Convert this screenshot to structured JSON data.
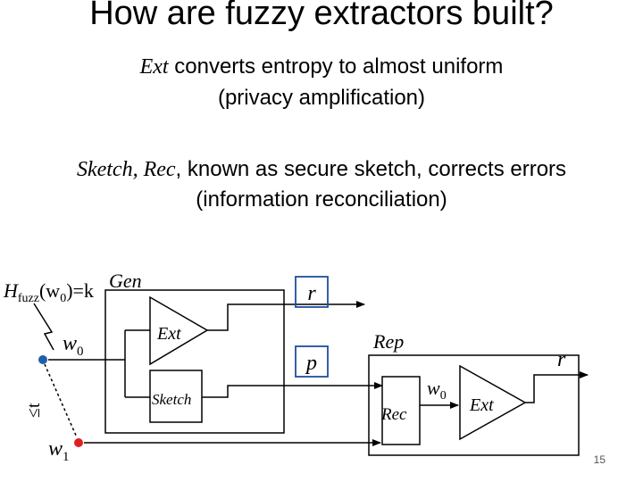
{
  "slide": {
    "title": "How are fuzzy extractors built?",
    "ext_name": "Ext",
    "ext_desc": " converts entropy to almost uniform",
    "ext_paren": "(privacy amplification)",
    "sketch_names": "Sketch, Rec",
    "sketch_desc": ", known as secure sketch, corrects errors",
    "sketch_paren": "(information reconciliation)",
    "page_number": "15"
  },
  "diagram": {
    "entropy_H": "H",
    "entropy_sub": "fuzz",
    "entropy_arg": "(w",
    "entropy_arg_sub": "0",
    "entropy_eq": ")=k",
    "gen_label": "Gen",
    "w0_label": "w",
    "w0_sub": "0",
    "w1_label": "w",
    "w1_sub": "1",
    "distance_label": "≤t",
    "ext_label": "Ext",
    "sketch_label": "Sketch",
    "r_label": "r",
    "p_label": "p",
    "rep_label": "Rep",
    "rec_label": "Rec",
    "rep_w0_label": "w",
    "rep_w0_sub": "0",
    "rep_ext_label": "Ext",
    "rep_r_label": "r",
    "colors": {
      "r_box": "#1f4e9e",
      "p_box": "#1f4e9e",
      "w0_dot": "#1f5fa8",
      "w1_dot": "#e02020"
    }
  }
}
